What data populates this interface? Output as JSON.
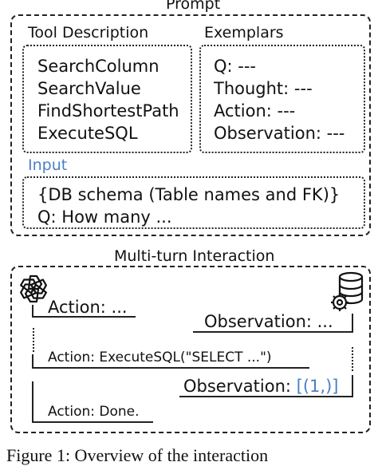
{
  "prompt": {
    "title": "Prompt",
    "tool_description": {
      "header": "Tool Description",
      "items": [
        "SearchColumn",
        "SearchValue",
        "FindShortestPath",
        "ExecuteSQL"
      ]
    },
    "exemplars": {
      "header": "Exemplars",
      "items": [
        "Q: ---",
        "Thought: ---",
        "Action: ---",
        "Observation: ---"
      ]
    },
    "input": {
      "header": "Input",
      "lines": [
        "{DB schema (Table names and FK)}",
        "Q: How many ..."
      ]
    }
  },
  "interaction": {
    "title": "Multi-turn Interaction",
    "action1": "Action: ...",
    "observation1": "Observation: ...",
    "action2": "Action: ExecuteSQL(\"SELECT ...\")",
    "observation2_label": "Observation: ",
    "observation2_value": "[(1,)]",
    "action3": "Action: Done."
  },
  "caption": "Figure 1: Overview of the interaction",
  "colors": {
    "accent": "#4a7fc8"
  },
  "icons": [
    "llm-logo-icon",
    "database-gear-icon"
  ]
}
